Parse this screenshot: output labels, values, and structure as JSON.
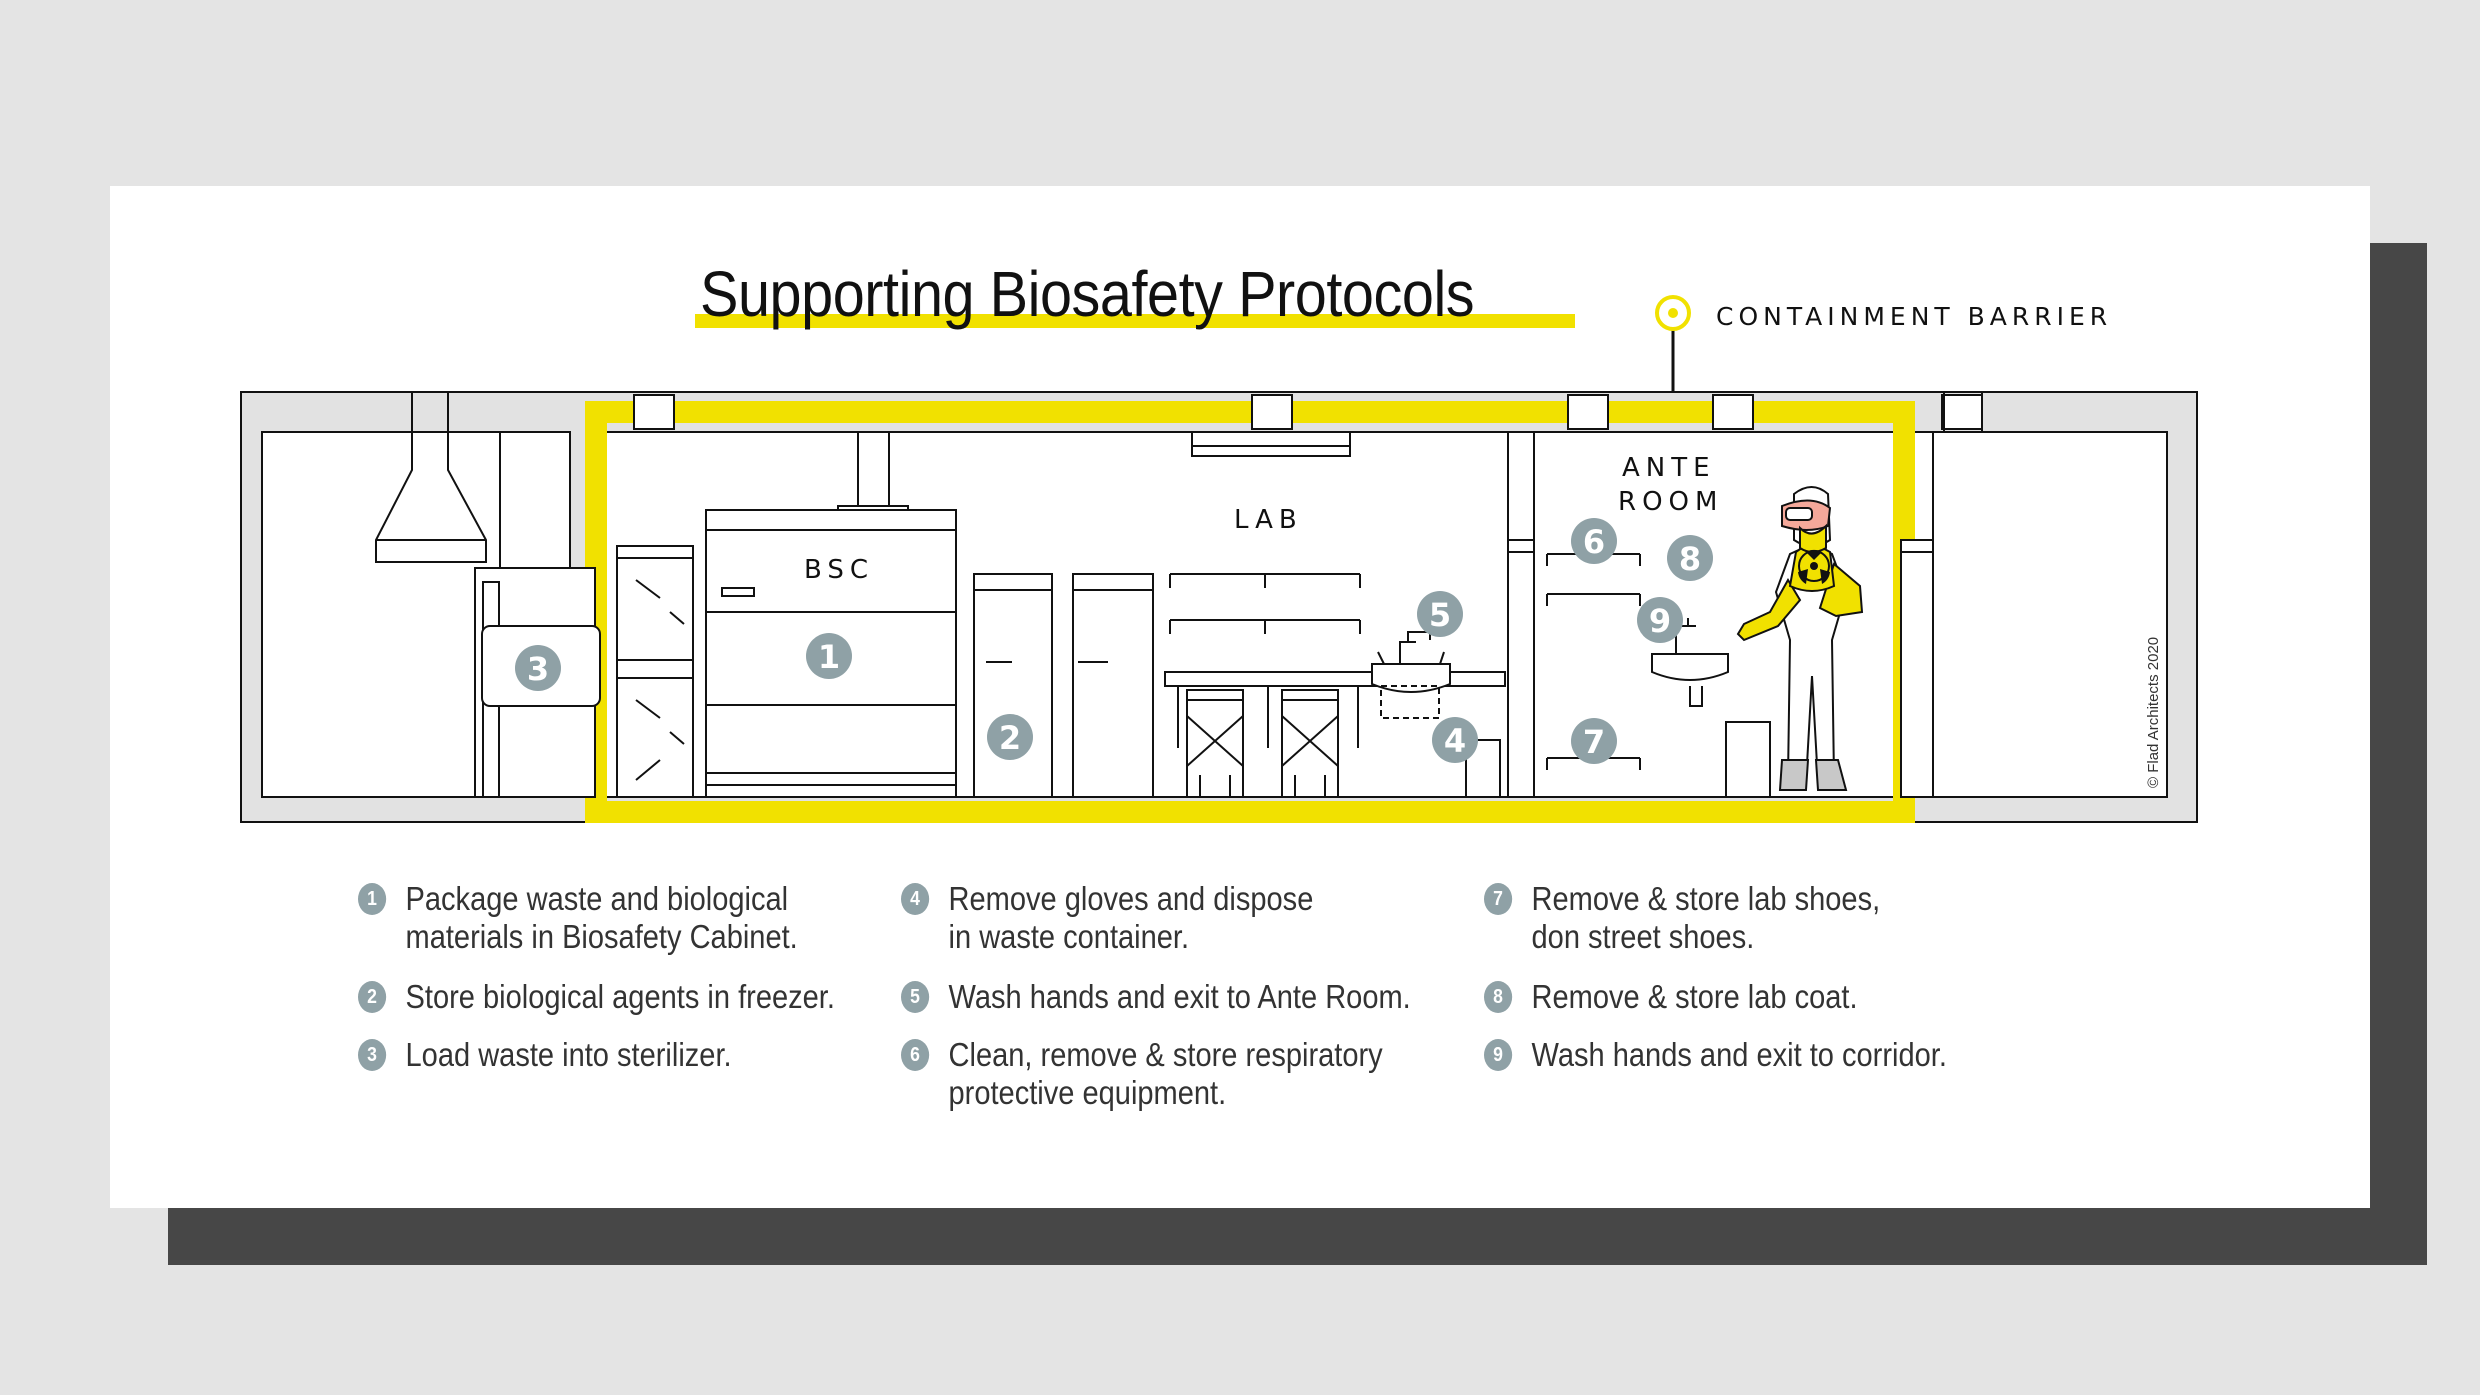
{
  "title": "Supporting Biosafety Protocols",
  "barrier_label": "CONTAINMENT BARRIER",
  "rooms": {
    "bsc": "BSC",
    "lab": "LAB",
    "ante_line1": "ANTE",
    "ante_line2": "ROOM"
  },
  "copyright": "© Flad Architects 2020",
  "colors": {
    "accent": "#f1e100",
    "badge": "#8fa1a6",
    "shadow": "#474747",
    "wall": "#e2e2e2"
  },
  "markers": [
    "1",
    "2",
    "3",
    "4",
    "5",
    "6",
    "7",
    "8",
    "9"
  ],
  "steps": [
    {
      "num": "1",
      "text": "Package waste and biological\nmaterials in Biosafety Cabinet."
    },
    {
      "num": "2",
      "text": "Store biological agents in freezer."
    },
    {
      "num": "3",
      "text": "Load waste into sterilizer."
    },
    {
      "num": "4",
      "text": "Remove gloves and dispose\nin waste container."
    },
    {
      "num": "5",
      "text": "Wash hands and exit to Ante Room."
    },
    {
      "num": "6",
      "text": "Clean, remove & store respiratory\nprotective equipment."
    },
    {
      "num": "7",
      "text": "Remove & store lab shoes,\ndon street shoes."
    },
    {
      "num": "8",
      "text": "Remove & store lab coat."
    },
    {
      "num": "9",
      "text": "Wash hands and exit to corridor."
    }
  ]
}
